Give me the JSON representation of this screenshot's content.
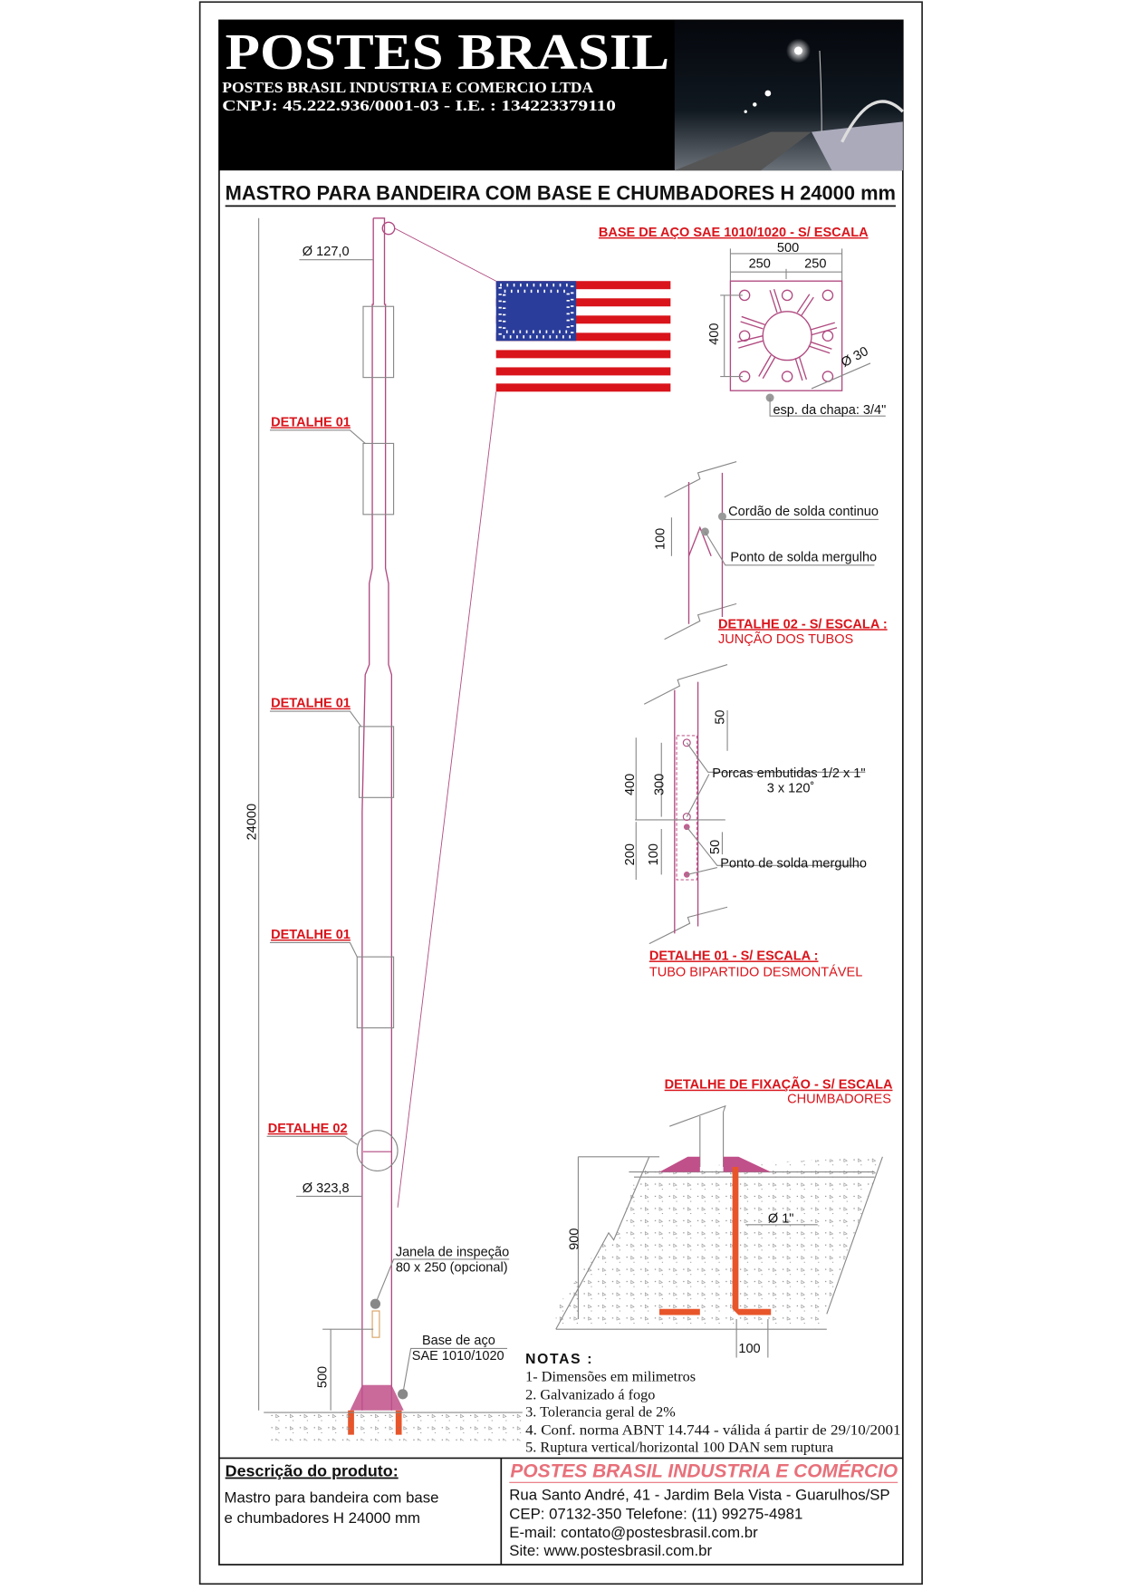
{
  "header": {
    "brand": "POSTES BRASIL",
    "company_line": "POSTES BRASIL INDUSTRIA E COMERCIO LTDA",
    "registration_line": "CNPJ: 45.222.936/0001-03 - I.E. : 134223379110"
  },
  "title": "MASTRO PARA BANDEIRA COM BASE E CHUMBADORES H 24000 mm",
  "pole": {
    "height_dim": "24000",
    "top_diameter": "Ø 127,0",
    "bottom_diameter": "Ø 323,8",
    "detail_labels": [
      "DETALHE 01",
      "DETALHE 01",
      "DETALHE 01",
      "DETALHE 02"
    ],
    "window_label_1": "Janela de inspeção",
    "window_label_2": "80 x 250 (opcional)",
    "base_label_1": "Base de aço",
    "base_label_2": "SAE 1010/1020",
    "base_height_dim": "500"
  },
  "base_plate": {
    "title": "BASE DE AÇO SAE 1010/1020 - S/ ESCALA",
    "width_dim": "500",
    "half_dim_left": "250",
    "half_dim_right": "250",
    "height_dim": "400",
    "hole_dim": "Ø 30",
    "thickness": "esp. da chapa: 3/4\""
  },
  "detail_02": {
    "weld_bead": "Cordão de solda continuo",
    "weld_point": "Ponto de solda mergulho",
    "dim": "100",
    "title": "DETALHE 02 - S/ ESCALA :",
    "subtitle": "JUNÇÃO DOS TUBOS"
  },
  "detail_01": {
    "dims": [
      "50",
      "400",
      "300",
      "200",
      "100",
      "50"
    ],
    "nuts_label": "Porcas embutidas 1/2 x 1\"",
    "nuts_count": "3 x 120˚",
    "weld_point": "Ponto de solda mergulho",
    "title": "DETALHE 01 - S/ ESCALA :",
    "subtitle": "TUBO BIPARTIDO DESMONTÁVEL"
  },
  "fixation": {
    "title": "DETALHE  DE FIXAÇÃO - S/ ESCALA",
    "subtitle": "CHUMBADORES",
    "depth_dim": "900",
    "bolt_dim": "Ø 1\"",
    "hook_dim": "100"
  },
  "notes": {
    "title": "NOTAS :",
    "items": [
      "1- Dimensões em milimetros",
      "2. Galvanizado á fogo",
      "3. Tolerancia geral de 2%",
      "4. Conf. norma ABNT 14.744 - válida á partir de 29/10/2001",
      "5. Ruptura vertical/horizontal 100 DAN sem ruptura"
    ]
  },
  "footer": {
    "description_title": "Descrição do produto:",
    "description_line_1": "Mastro para bandeira com base",
    "description_line_2": "e chumbadores H 24000 mm",
    "company": "POSTES BRASIL INDUSTRIA E COMÉRCIO",
    "address": "Rua Santo André, 41 - Jardim Bela Vista - Guarulhos/SP",
    "phone": "CEP: 07132-350 Telefone: (11) 99275-4981",
    "email": "E-mail: contato@postesbrasil.com.br",
    "site": "Site: www.postesbrasil.com.br"
  },
  "colors": {
    "accent_red": "#d9141b",
    "steel_pink": "#b04a80",
    "anchor_orange": "#e8552a",
    "company_pink": "#e8707a"
  }
}
